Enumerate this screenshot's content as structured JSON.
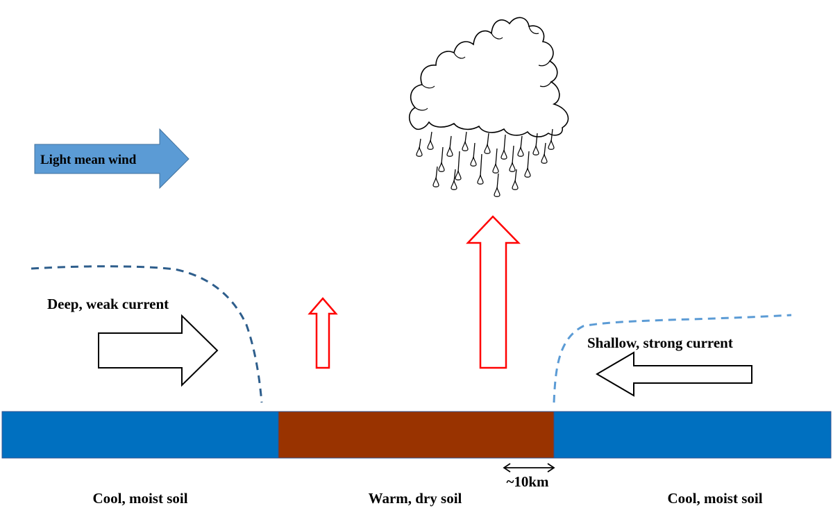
{
  "labels": {
    "wind": "Light mean wind",
    "deep_current": "Deep, weak current",
    "shallow_current": "Shallow, strong current",
    "scale": "~10km",
    "soil_left": "Cool, moist soil",
    "soil_center": "Warm, dry soil",
    "soil_right": "Cool, moist soil"
  },
  "colors": {
    "moist_soil": "#0070c0",
    "dry_soil": "#993300",
    "wind_arrow": "#5b9bd5",
    "updraft_arrow": "#ff0000",
    "boundary_left": "#2e5e8c",
    "boundary_right": "#5b9bd5"
  },
  "icons": {
    "cloud": "rain-cloud-icon"
  }
}
